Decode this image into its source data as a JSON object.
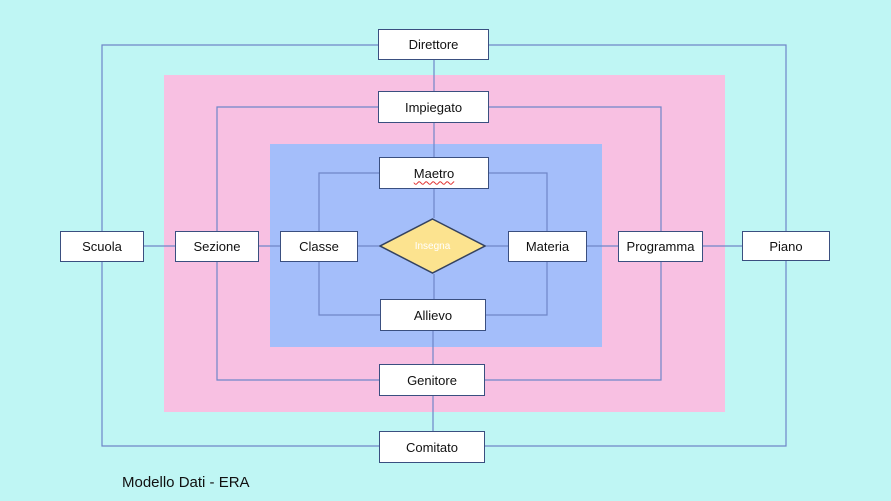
{
  "colors": {
    "background": "#bff6f4",
    "outer_zone": "#f8c0e2",
    "inner_zone": "#a4befa",
    "entity_fill": "#ffffff",
    "entity_border": "#3a4f80",
    "connector": "#6f86c8",
    "relationship_fill": "#fce38f",
    "relationship_border": "#34425f"
  },
  "entities": {
    "direttore": "Direttore",
    "impiegato": "Impiegato",
    "maestro": "Maetro",
    "scuola": "Scuola",
    "sezione": "Sezione",
    "classe": "Classe",
    "materia": "Materia",
    "programma": "Programma",
    "piano": "Piano",
    "allievo": "Allievo",
    "genitore": "Genitore",
    "comitato": "Comitato"
  },
  "relationship": {
    "label": "Insegna"
  },
  "caption": "Modello Dati - ERA"
}
